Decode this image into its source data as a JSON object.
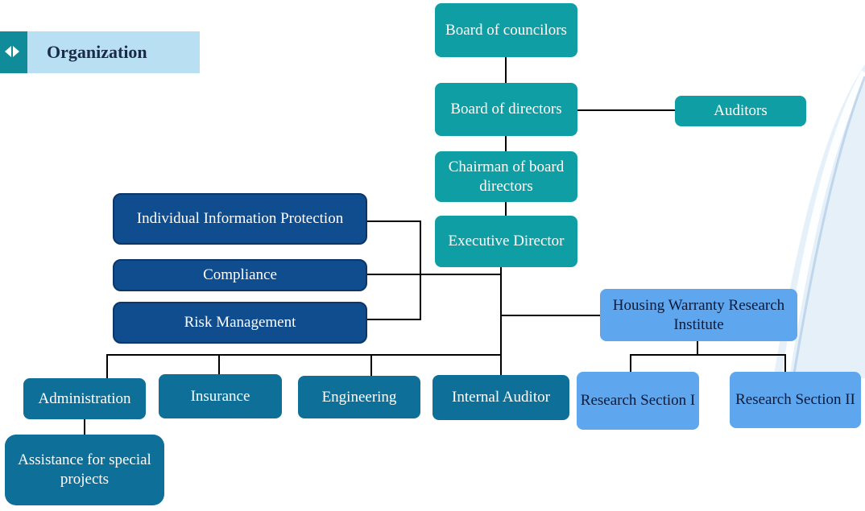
{
  "header": {
    "title": "Organization"
  },
  "nodes": {
    "board_of_councilors": "Board of councilors",
    "board_of_directors": "Board of directors",
    "auditors": "Auditors",
    "chairman": "Chairman  of board  directors",
    "executive_director": "Executive Director",
    "individual_information_protection": "Individual Information Protection",
    "compliance": "Compliance",
    "risk_management": "Risk Management",
    "housing_warranty": "Housing Warranty Research Institute",
    "administration": "Administration",
    "insurance": "Insurance",
    "engineering": "Engineering",
    "internal_auditor": "Internal Auditor",
    "research_section_1": "Research Section I",
    "research_section_2": "Research Section II",
    "assistance": "Assistance for special projects"
  },
  "colors": {
    "teal": "#0f9ea3",
    "navy": "#0f4d8f",
    "blue": "#0e6f98",
    "light_blue": "#5ea7ef",
    "header_bar": "#b9dff3"
  }
}
